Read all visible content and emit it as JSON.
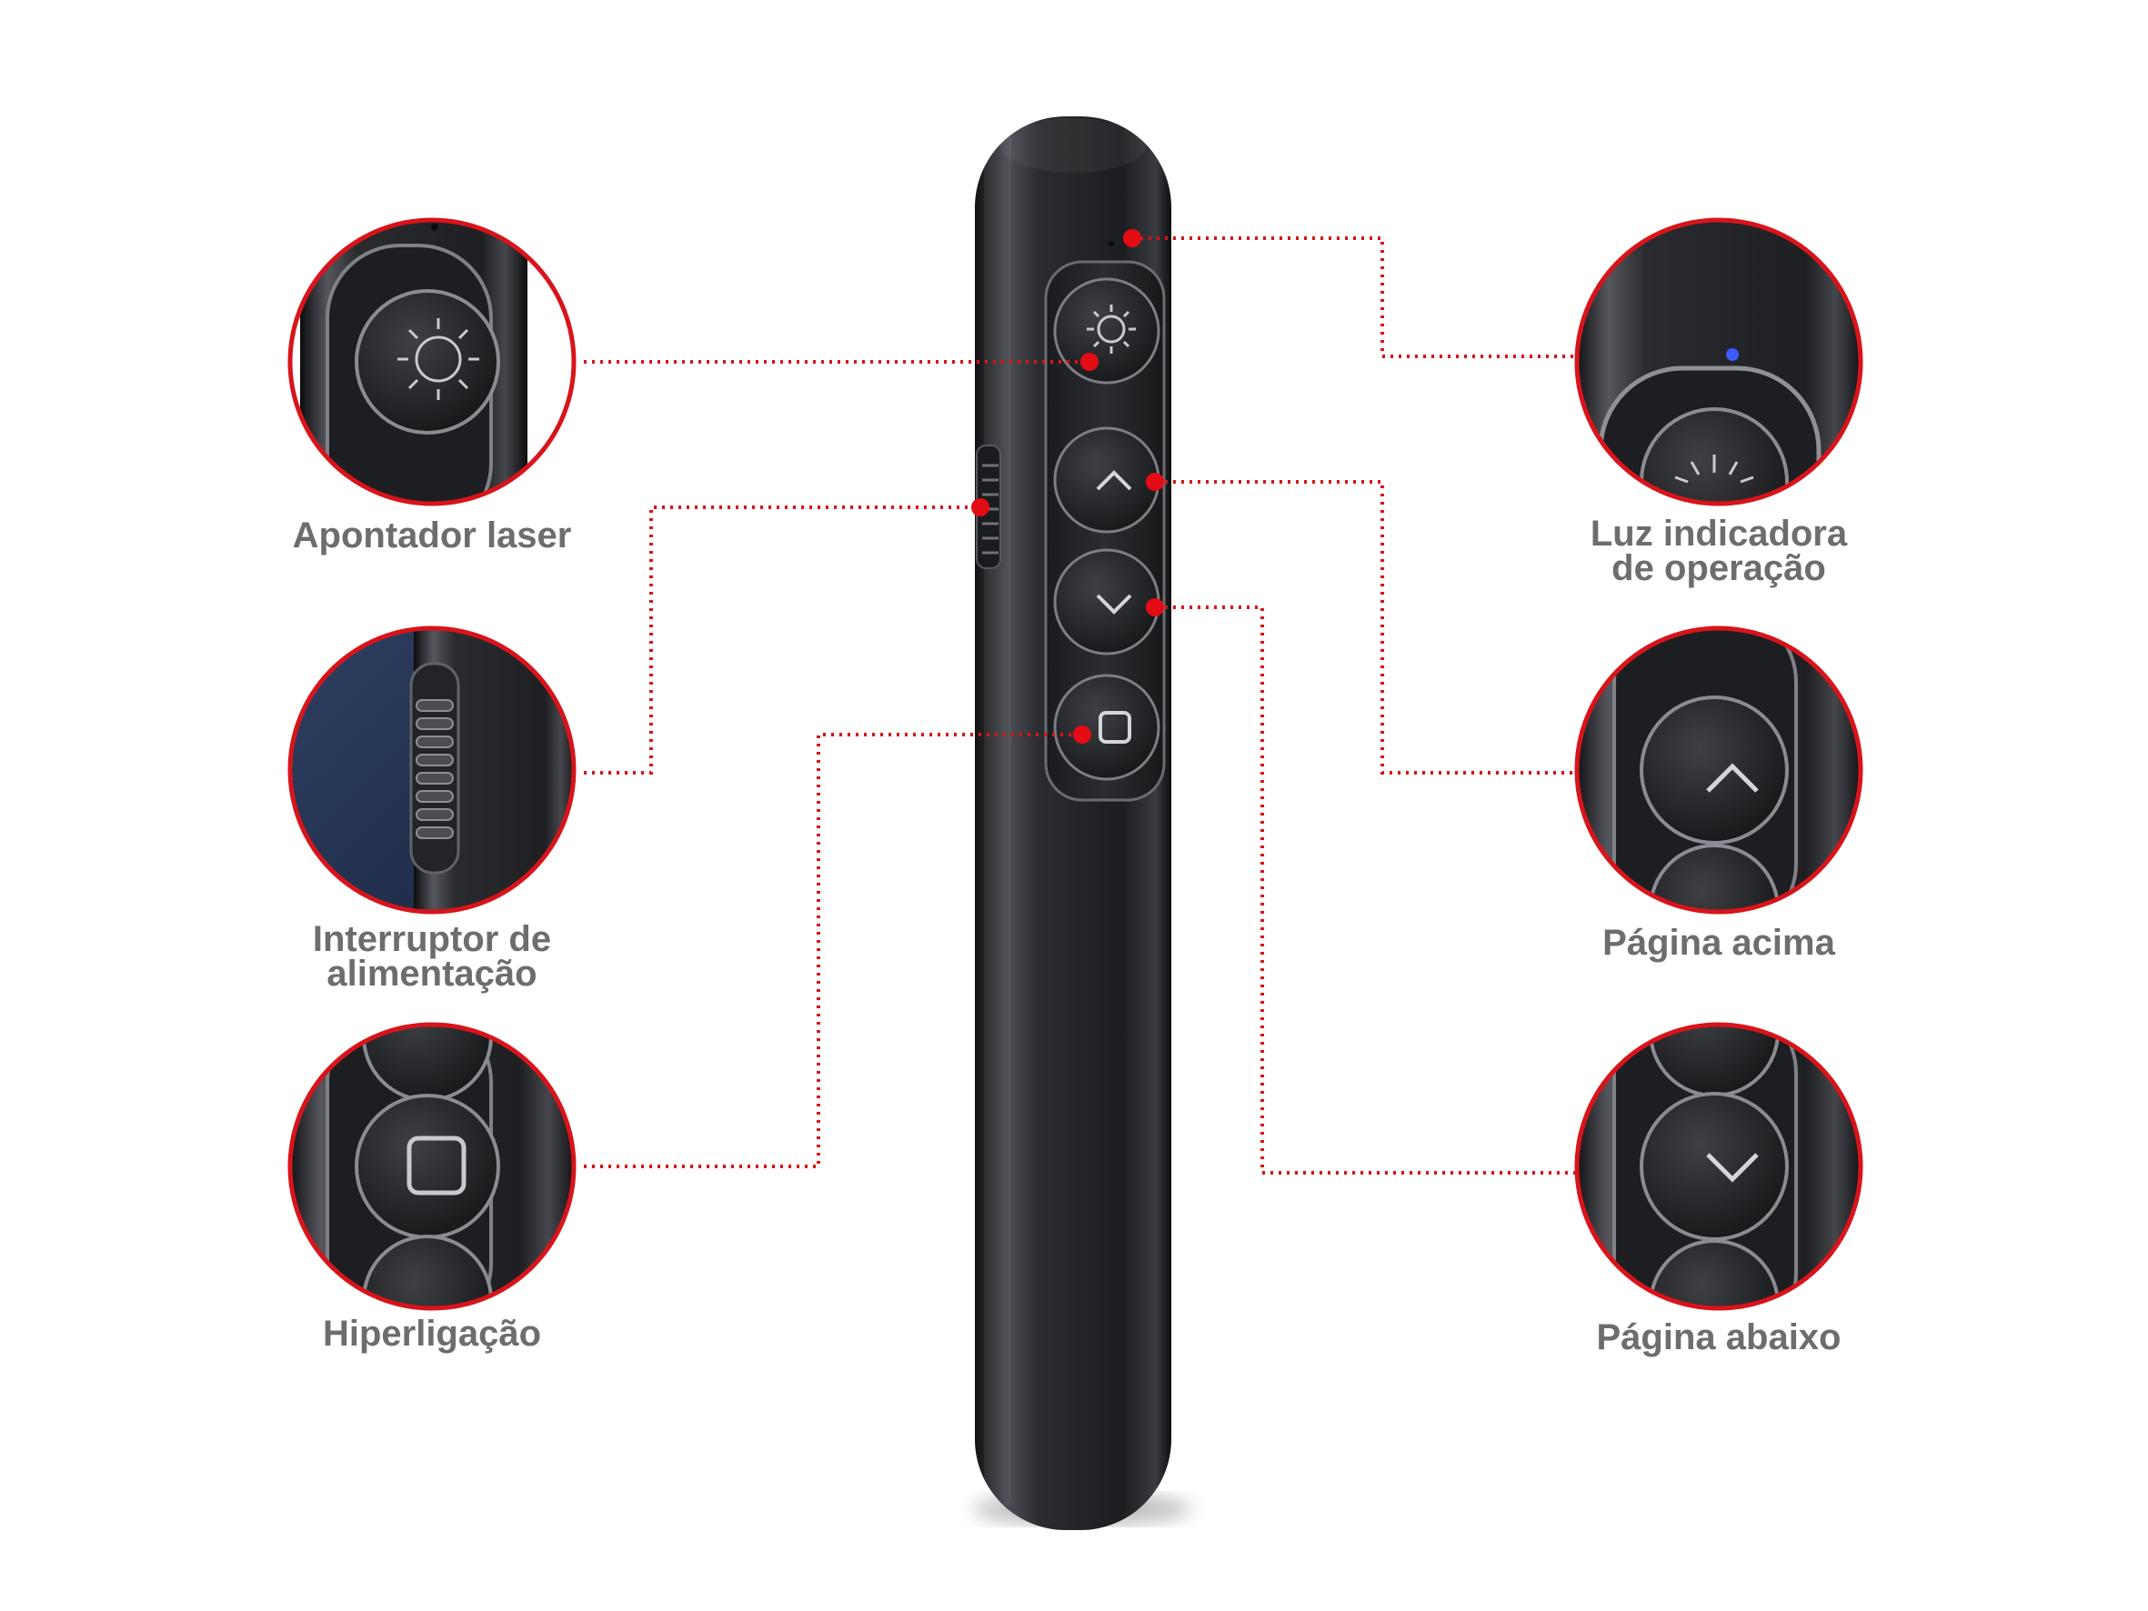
{
  "colors": {
    "accent": "#d8141b",
    "label": "#6d6d6d",
    "device_body": "#2a2b2f",
    "indicator_light": "#3c5bff"
  },
  "callouts": [
    {
      "id": "laser",
      "lines": [
        "Apontador laser"
      ],
      "icon": "sun-icon"
    },
    {
      "id": "power",
      "lines": [
        "Interruptor de",
        "alimentação"
      ],
      "icon": "slider-switch-icon"
    },
    {
      "id": "hyperlink",
      "lines": [
        "Hiperligação"
      ],
      "icon": "square-icon"
    },
    {
      "id": "indicator",
      "lines": [
        "Luz indicadora",
        "de operação"
      ],
      "icon": "led-dot-icon"
    },
    {
      "id": "page-up",
      "lines": [
        "Página acima"
      ],
      "icon": "chevron-up-icon"
    },
    {
      "id": "page-down",
      "lines": [
        "Página abaixo"
      ],
      "icon": "chevron-down-icon"
    }
  ]
}
